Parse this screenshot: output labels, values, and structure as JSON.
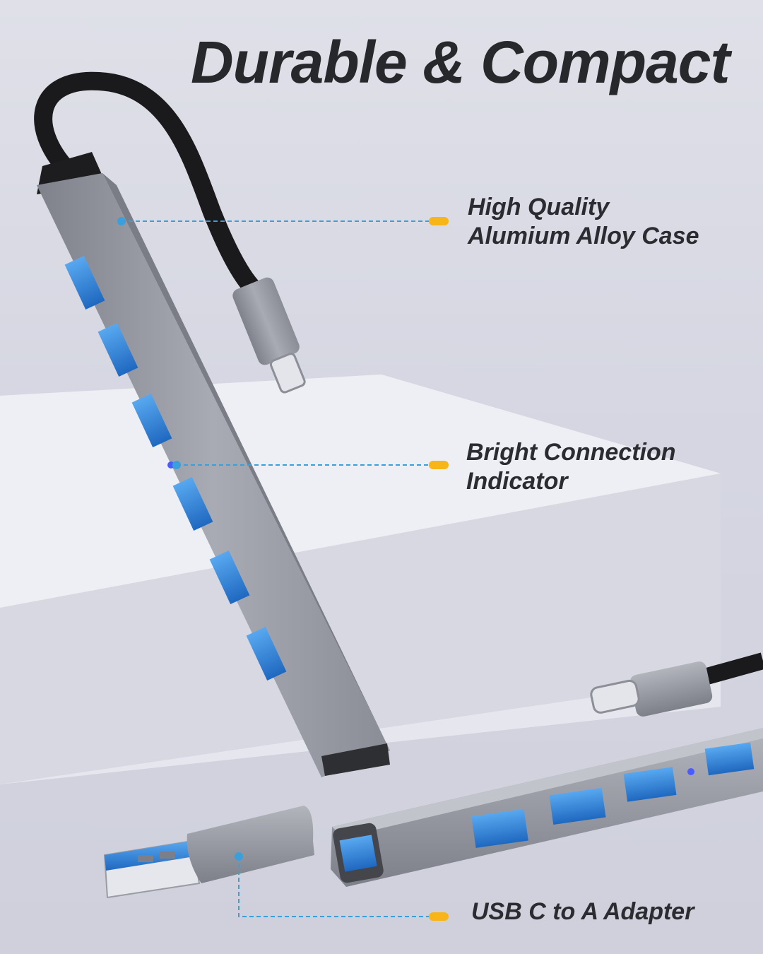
{
  "title": "Durable & Compact",
  "callouts": [
    {
      "line1": "High Quality",
      "line2": "Alumium Alloy Case"
    },
    {
      "line1": "Bright Connection",
      "line2": "Indicator"
    },
    {
      "line1": "USB C to A Adapter"
    }
  ],
  "colors": {
    "leader_line": "#3aa0dc",
    "leader_dot_end": "#f7b518",
    "port_blue": "#2f86d8",
    "aluminium": "#9a9ca6"
  }
}
